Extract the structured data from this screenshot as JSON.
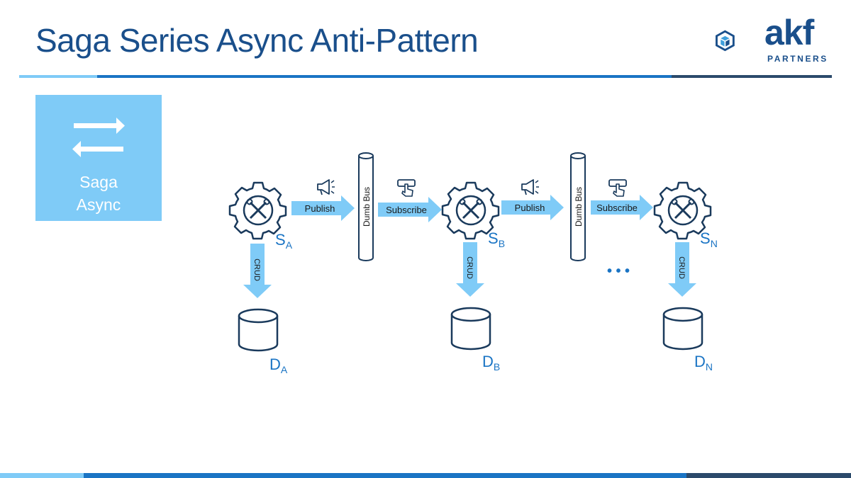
{
  "title": "Saga Series Async Anti-Pattern",
  "logo": {
    "main": "akf",
    "sub": "PARTNERS"
  },
  "badge": {
    "line1": "Saga",
    "line2": "Async"
  },
  "colors": {
    "accent": "#7fcbf7",
    "title": "#1a4f8b",
    "label": "#1a74c4"
  },
  "edges": {
    "publish": "Publish",
    "subscribe": "Subscribe",
    "crud": "CRUD"
  },
  "bus_label": "Dumb Bus",
  "ellipsis": "• • •",
  "services": [
    {
      "main": "S",
      "sub": "A"
    },
    {
      "main": "S",
      "sub": "B"
    },
    {
      "main": "S",
      "sub": "N"
    }
  ],
  "datastores": [
    {
      "main": "D",
      "sub": "A"
    },
    {
      "main": "D",
      "sub": "B"
    },
    {
      "main": "D",
      "sub": "N"
    }
  ]
}
